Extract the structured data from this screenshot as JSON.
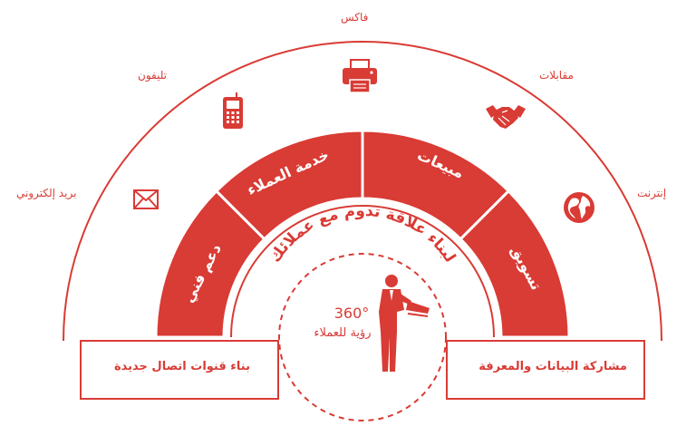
{
  "channels": {
    "fax": "فاكس",
    "phone": "تليفون",
    "meetings": "مقابلات",
    "email": "بريد إلكتروني",
    "internet": "إنترنت"
  },
  "segments": {
    "support": "دعم فني",
    "customer_service": "خدمة العملاء",
    "sales": "مبيعات",
    "marketing": "تسويق"
  },
  "relationship": "لبناء علاقة تدوم مع عملائك",
  "center": {
    "degree": "360°",
    "caption": "رؤية للعملاء"
  },
  "boxes": {
    "left": "بناء قنوات اتصال جديدة",
    "right": "مشاركة البيانات والمعرفة"
  },
  "colors": {
    "accent": "#d93b35",
    "divider": "#ffffff"
  },
  "icons": [
    "envelope-icon",
    "mobile-phone-icon",
    "printer-icon",
    "handshake-icon",
    "globe-icon",
    "businessman-icon"
  ]
}
